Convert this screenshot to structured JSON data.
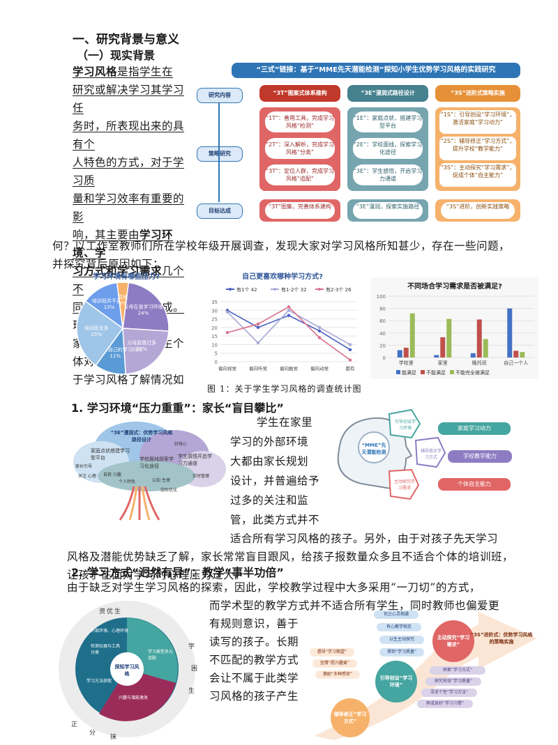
{
  "section_heading": "一、研究背景与意义",
  "sub_heading": "（一）现实背景",
  "intro": {
    "term": "学习风格",
    "l1": "是指学生在",
    "l2": "研究或解决学习其学习任",
    "l3": "务时，所表现出来的具有个",
    "l4": "人特色的方式，对于学习质",
    "l5": "量和学习效率有重要的影",
    "l6a": "响，其主要由",
    "l6b": "学习环境、学",
    "l7a": "习方式和学习需求",
    "l7b": "几个不",
    "l8a": "同维度相互作用构成。",
    "l8b": "现今",
    "l9": "家庭、学校以及学生个体对",
    "l10": "于学习风格了解情况如",
    "l11": "何？以工作室教师们所在学校年级开展调查，发现大家对学习风格所知甚少，存在一些问题，",
    "l12": "并探究背后原因如下："
  },
  "framework": {
    "title": "“三式”链接：基于“MME先天潜能检测”探知小学生优势学习风格的实践研究",
    "row_labels": [
      "研究内容",
      "策略研究",
      "目标达成"
    ],
    "col_headers": [
      "“3T”图案式体系建构",
      "“3E”漫润式路径设计",
      "“3S”进阶式策略实施"
    ],
    "col1": [
      "“1T”：善用工具，完成学习风格“检测”",
      "“2T”：深入解析，完成学习风格“分类”",
      "“3T”：定位人群，完成学习风格“追配”"
    ],
    "col2": [
      "“1E”：家庭点状，搭建学习型平台",
      "“2E”：学校面线，探索学习化途径",
      "“3E”：学生感悟，开启学习力通道"
    ],
    "col3": [
      "“1S”：引导创设“学习环境”，激活家庭“学习动力”",
      "“2S”：辅导修正“学习方式”，提升学校“教学能力”",
      "“3S”：主动探究“学习需求”，促成个体“自主能力”"
    ],
    "results": [
      "“3T”图集，完善体系建构",
      "“3E”漫润，探索实施路径",
      "“3S”进阶，创新实践策略"
    ]
  },
  "chart_data": [
    {
      "type": "pie",
      "title": "学习环境有哪些压力?",
      "categories": [
        "父母在意学习环境",
        "父母监督过多",
        "无法选择自己的学习时间",
        "培训班太多",
        "培训班并不喜欢",
        "其他"
      ],
      "values": [
        24,
        23,
        11,
        25,
        13,
        4
      ],
      "labels": [
        "父母在意学习环境 24%",
        "父母监督过多 23%",
        "无法选择自己的学习时间 11%",
        "培训班太多 25%",
        "培训班并不喜欢 13%",
        "其他 4%"
      ],
      "colors": [
        "#8e7cc3",
        "#b4a7d6",
        "#5b9bd5",
        "#9fc5e8",
        "#6d9eeb",
        "#f6b26b"
      ]
    },
    {
      "type": "line",
      "title": "自己更喜欢哪种学习方式?",
      "categories": [
        "偏向视觉",
        "偏向听觉",
        "偏向触觉",
        "偏向动觉",
        "都有"
      ],
      "series": [
        {
          "name": "有1个 42",
          "values": [
            30,
            20,
            27,
            18,
            7
          ],
          "color": "#4a5fc1"
        },
        {
          "name": "有1-2个 32",
          "values": [
            29,
            11,
            30,
            20,
            10
          ],
          "color": "#a7a7d8"
        },
        {
          "name": "有2-3个 26",
          "values": [
            17,
            22,
            32,
            14,
            1
          ],
          "color": "#d9708a"
        }
      ],
      "ylim": [
        0,
        35
      ],
      "yticks": [
        0,
        5,
        10,
        15,
        20,
        25,
        30,
        35
      ]
    },
    {
      "type": "bar",
      "title": "不同场合学习需求是否被满足?",
      "categories": [
        "学校里",
        "家里",
        "晚托班",
        "自己一个人"
      ],
      "series": [
        {
          "name": "能满足",
          "values": [
            12,
            4,
            7,
            80
          ],
          "color": "#4472c4"
        },
        {
          "name": "不能满足",
          "values": [
            16,
            33,
            62,
            11
          ],
          "color": "#c0504d"
        },
        {
          "name": "不能完全被满足",
          "values": [
            72,
            63,
            30,
            9
          ],
          "color": "#9bbb59"
        }
      ],
      "ylim": [
        0,
        100
      ],
      "yticks": [
        0,
        20,
        40,
        60,
        80,
        100
      ]
    }
  ],
  "figure_caption": "图 1：关于学生学习风格的调查统计图",
  "sec1": {
    "title": "1. 学习环境“压力重重”：家长“盲目攀比”",
    "lines": [
      "学生在家里",
      "学习的外部环境",
      "大都由家长规划",
      "设计，并普遍给予",
      "过多的关注和监",
      "管，此类方式并不",
      "适合所有学习风格的孩子。另外，由于对孩子先天学习",
      "风格及潜能优势缺乏了解，家长常常盲目跟风，给孩子报数量众多且不适合个体的培训班，",
      "让孩子在面对学习时心理压力过大。"
    ]
  },
  "tree": {
    "crown": "“3E”漫润式：优势学习风格路径设计",
    "leaves": [
      "家庭点状搭建学习型平台",
      "学校面线探索学习化途径",
      "学生感悟开启学习力通道",
      "家长引导",
      "关注 心理",
      "自我 兴趣",
      "个人特色",
      "认知 生理",
      "好奇心",
      "实时管理",
      "交际优化"
    ]
  },
  "head_diagram": {
    "center": "“MME”先天潜能检测",
    "steps": [
      "引导创设学习环境",
      "辅导修正学习方式",
      "主动探究学习需求"
    ],
    "outcomes": [
      "家庭学习动力",
      "学校教学能力",
      "个体自主能力"
    ]
  },
  "sec2": {
    "title": "2. 学习方式“迥然有异”：教学“事半功倍”",
    "lines": [
      "由于缺乏对学生学习风格的探索，因此，学校教学过程中大多采用“一刀切”的方式，",
      "而学术型的教学方式并不适合所有学生，同时教师也偏爱更",
      "有规则意识，善于",
      "读写的孩子。长期",
      "不匹配的教学方式",
      "会让不属于此类学",
      "习风格的孩子产生"
    ]
  },
  "ring": {
    "center": "探知学习风格",
    "outer": [
      "资优生",
      "学",
      "困",
      "生",
      "正",
      "分",
      "抹"
    ],
    "inner": [
      "外部环境、心理环境",
      "检测仪器与工具分类",
      "学习类型多元追配",
      "兴趣与潜能激发",
      "学习方法获取"
    ]
  },
  "arrow_diagram": {
    "final": "“3S”进阶式：优势学习风格的策略实施",
    "circles": [
      "引导创设“学习环境”",
      "辅导修正“学习方式”",
      "主动探究“学习需求”"
    ],
    "tags": [
      "何之心灵相通",
      "有心教学相见",
      "以生主动探究",
      "得到“学习质量”",
      "探索“学习方式”",
      "探究有效“学习质量”",
      "寻求个性“学习方法”",
      "养成良好“学习习惯”",
      "倡导“学习期望”",
      "宜情“愿兴趣爱”",
      "激励“多种感官”"
    ]
  }
}
